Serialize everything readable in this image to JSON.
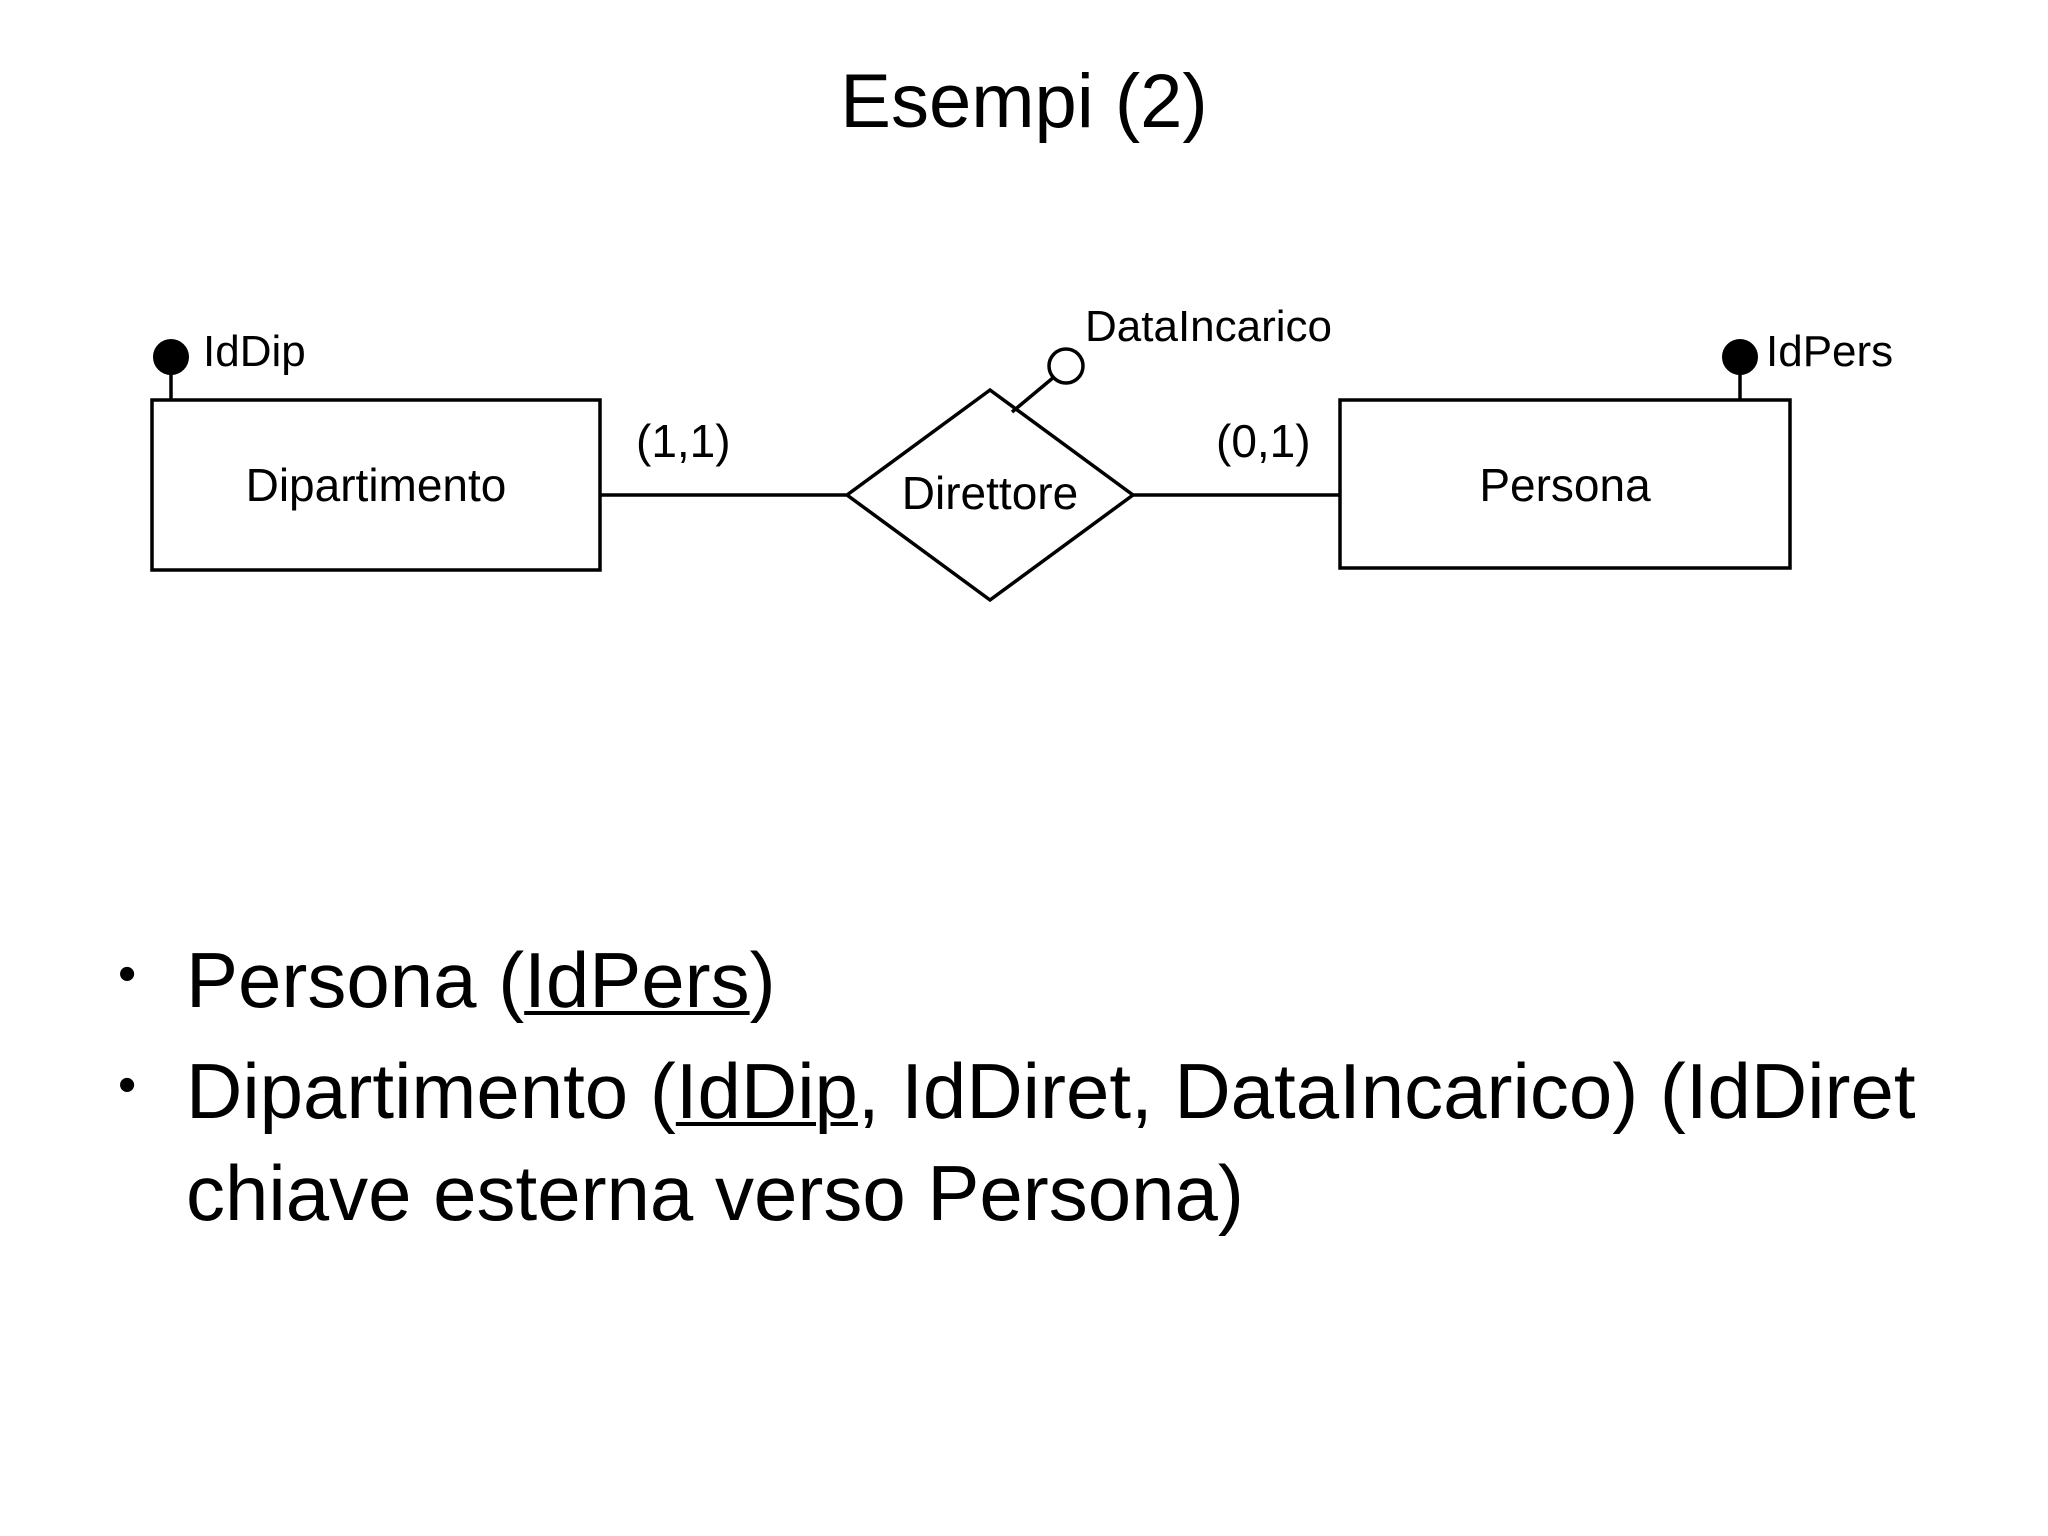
{
  "slide": {
    "title": "Esempi (2)",
    "background_color": "#FFFFFF",
    "text_color": "#000000"
  },
  "diagram": {
    "type": "entity-relationship",
    "entities": [
      {
        "id": "dipartimento",
        "label": "Dipartimento",
        "shape": "rectangle"
      },
      {
        "id": "persona",
        "label": "Persona",
        "shape": "rectangle"
      }
    ],
    "relationships": [
      {
        "id": "direttore",
        "label": "Direttore",
        "shape": "diamond"
      }
    ],
    "attributes": [
      {
        "id": "iddip",
        "label": "IdDip",
        "marker": "filled-circle",
        "key": true,
        "attached_to": "dipartimento"
      },
      {
        "id": "idpers",
        "label": "IdPers",
        "marker": "filled-circle",
        "key": true,
        "attached_to": "persona"
      },
      {
        "id": "dataincarico",
        "label": "DataIncarico",
        "marker": "open-circle",
        "key": false,
        "attached_to": "direttore"
      }
    ],
    "cardinalities": [
      {
        "id": "dipartimento-direttore",
        "label": "(1,1)",
        "min": 1,
        "max": 1
      },
      {
        "id": "persona-direttore",
        "label": "(0,1)",
        "min": 0,
        "max": 1
      }
    ]
  },
  "bullets": [
    {
      "marker": "•",
      "segments": [
        {
          "text": "Persona (",
          "underline": false
        },
        {
          "text": "IdPers",
          "underline": true
        },
        {
          "text": ")",
          "underline": false
        }
      ]
    },
    {
      "marker": "•",
      "segments": [
        {
          "text": "Dipartimento (",
          "underline": false
        },
        {
          "text": "IdDip",
          "underline": true
        },
        {
          "text": ", IdDiret, DataIncarico) (IdDiret chiave esterna verso Persona)",
          "underline": false
        }
      ]
    }
  ]
}
